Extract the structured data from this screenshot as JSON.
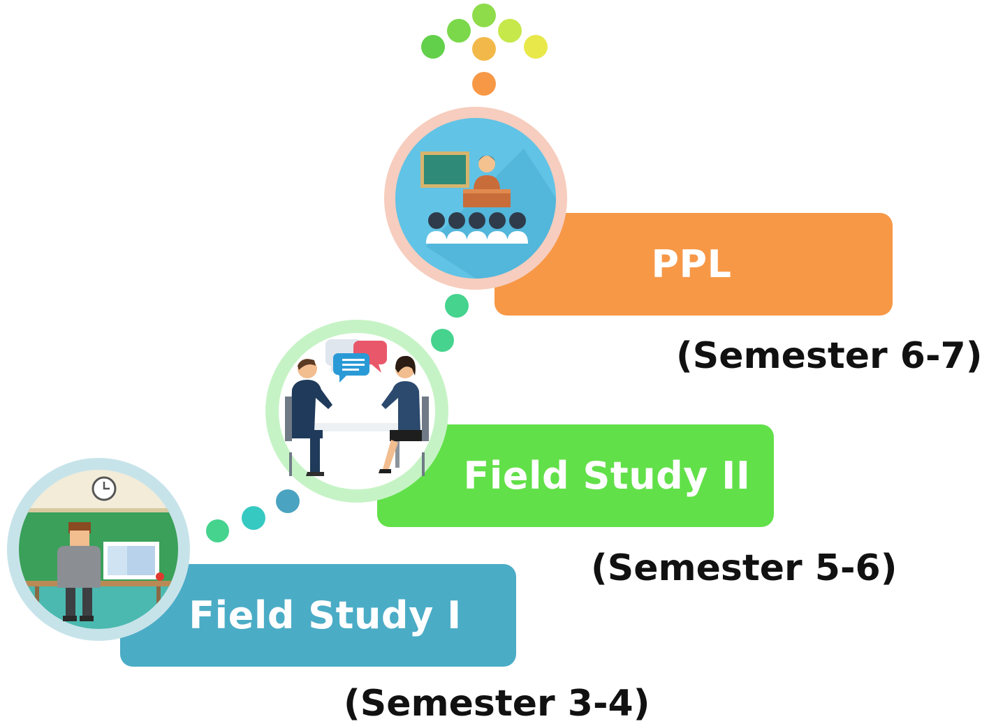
{
  "stages": [
    {
      "title": "PPL",
      "semester": "(Semester 6-7)",
      "color": "#f79847",
      "ring": "#f6cdbe",
      "icon": "classroom-lecture-icon"
    },
    {
      "title": "Field Study II",
      "semester": "(Semester 5-6)",
      "color": "#62e049",
      "ring": "#c6f3c6",
      "icon": "business-meeting-icon"
    },
    {
      "title": "Field Study I",
      "semester": "(Semester 3-4)",
      "color": "#4bacc6",
      "ring": "#c7e3ea",
      "icon": "teacher-classroom-icon"
    }
  ],
  "colors": {
    "dot_orange": "#f79847",
    "dot_yellow_orange": "#f2b94a",
    "dot_lime": "#c6e84a",
    "dot_yellow": "#e8e84a",
    "dot_green": "#62d04a",
    "dot_teal": "#45d38e",
    "dot_cyan": "#36c9c2",
    "dot_blue": "#4aa3c0"
  }
}
